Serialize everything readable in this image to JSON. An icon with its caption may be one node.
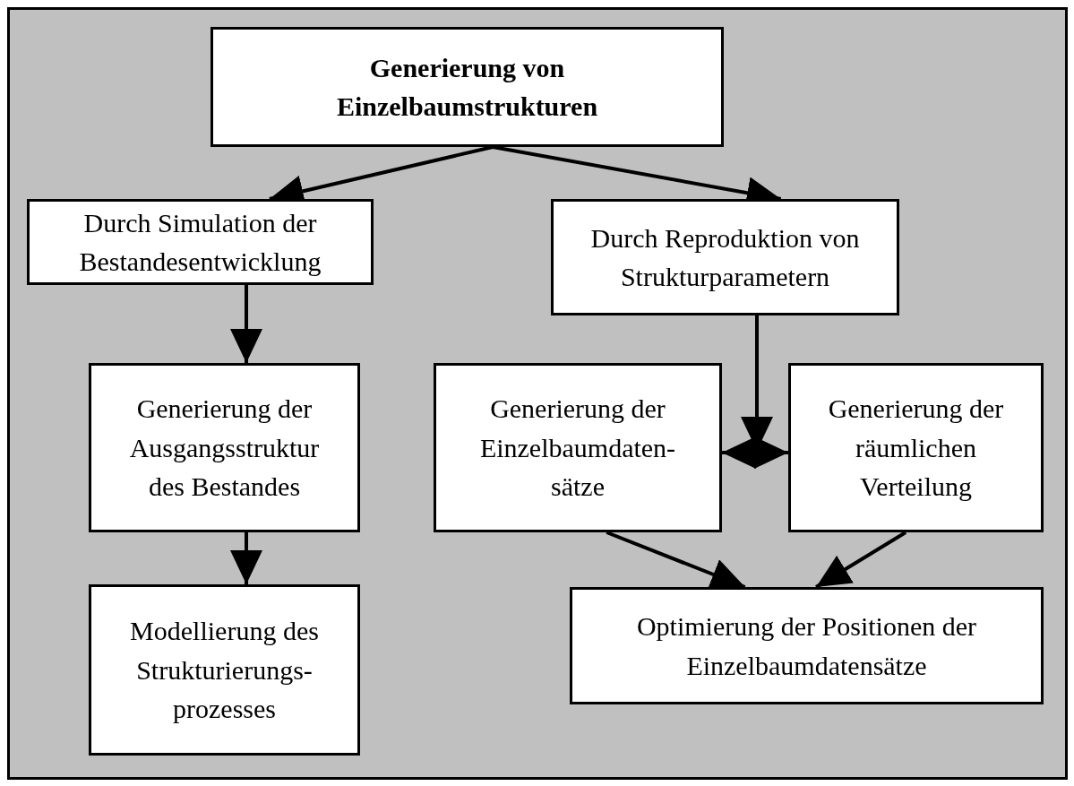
{
  "diagram": {
    "nodes": [
      {
        "text": [
          "Generierung von Einzelbaumstrukturen"
        ]
      },
      {
        "text": [
          "Durch Simulation der Bestandesentwicklung"
        ]
      },
      {
        "text": [
          "Durch Reproduktion von Strukturparametern"
        ]
      },
      {
        "text": [
          "Generierung der Ausgangsstruktur des Bestandes"
        ]
      },
      {
        "text": [
          "Generierung der Einzelbaumdaten-sätze"
        ]
      },
      {
        "text": [
          "Generierung der räumlichen Verteilung"
        ]
      },
      {
        "text": [
          "Modellierung des Strukturierungs-prozesses"
        ]
      },
      {
        "text": [
          "Optimierung der Positionen der Einzelbaumdatensätze"
        ]
      }
    ],
    "edges": [
      {
        "from": 0,
        "to": 1,
        "arrow": "to"
      },
      {
        "from": 0,
        "to": 2,
        "arrow": "to"
      },
      {
        "from": 1,
        "to": 3,
        "arrow": "to"
      },
      {
        "from": 3,
        "to": 6,
        "arrow": "to"
      },
      {
        "from": 2,
        "to": 4,
        "arrow": "to"
      },
      {
        "from": 2,
        "to": 5,
        "arrow": "to"
      },
      {
        "from": 4,
        "to": 7,
        "arrow": "to"
      },
      {
        "from": 5,
        "to": 7,
        "arrow": "to"
      }
    ]
  }
}
